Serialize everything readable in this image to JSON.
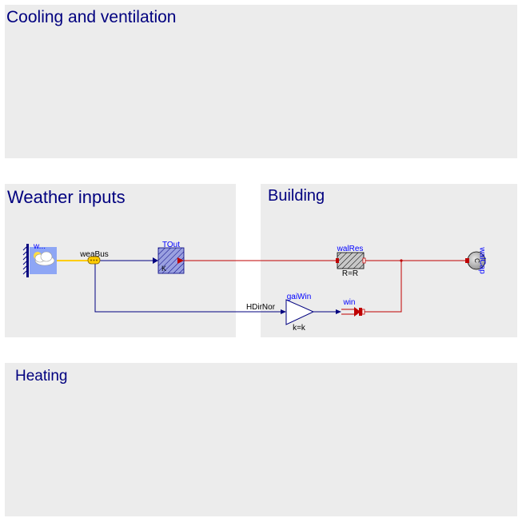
{
  "regions": {
    "cooling": "Cooling and ventilation",
    "weather": "Weather inputs",
    "building": "Building",
    "heating": "Heating"
  },
  "components": {
    "weather_data": {
      "name": "w...",
      "icon": "weather-cloud-sun-icon"
    },
    "weather_bus": {
      "name": "weaBus",
      "icon": "bus-connector-icon"
    },
    "outdoor_temperature": {
      "name": "TOut",
      "param": "K",
      "icon": "prescribed-temperature-icon"
    },
    "wall_resistance": {
      "name": "walRes",
      "param": "R=R",
      "icon": "thermal-resistor-icon"
    },
    "wall_capacity": {
      "name": "walCap",
      "param": "C",
      "icon": "heat-capacitor-icon"
    },
    "window_gain": {
      "name": "gaiWin",
      "param": "k=k",
      "icon": "gain-triangle-icon"
    },
    "window_heat_flow": {
      "name": "win",
      "icon": "prescribed-heat-flow-icon"
    }
  },
  "signals": {
    "direct_normal_radiation": "HDirNor"
  },
  "colors": {
    "region_bg": "#ececec",
    "title_text": "#00007f",
    "signal_line": "#00007f",
    "heat_line": "#bf0000",
    "weather_bus": "#ffcc00",
    "component_name": "#0000ff"
  }
}
